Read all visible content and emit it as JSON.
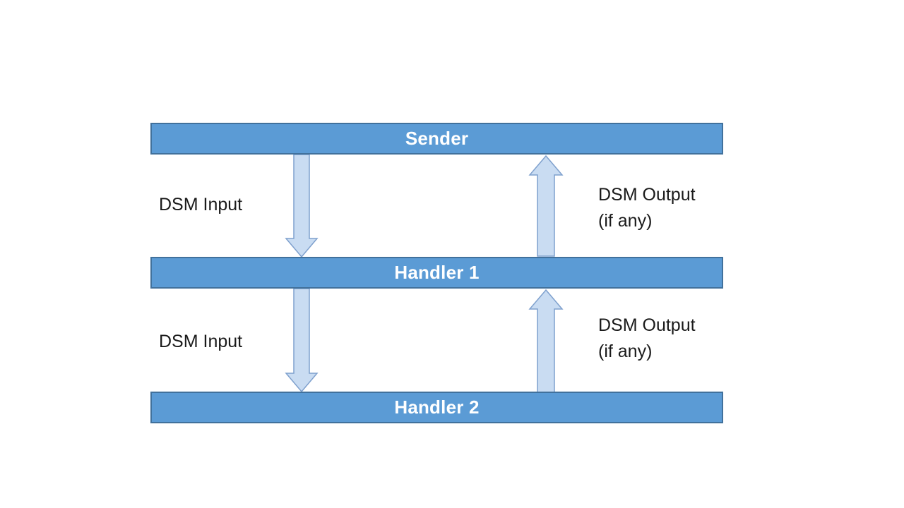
{
  "diagram": {
    "type": "flow-diagram",
    "nodes": [
      {
        "id": "sender",
        "label": "Sender"
      },
      {
        "id": "handler1",
        "label": "Handler 1"
      },
      {
        "id": "handler2",
        "label": "Handler 2"
      }
    ],
    "edges": [
      {
        "from": "sender",
        "to": "handler1",
        "direction": "down",
        "line1": "DSM Input",
        "line2": ""
      },
      {
        "from": "handler1",
        "to": "sender",
        "direction": "up",
        "line1": "DSM Output",
        "line2": "(if any)"
      },
      {
        "from": "handler1",
        "to": "handler2",
        "direction": "down",
        "line1": "DSM Input",
        "line2": ""
      },
      {
        "from": "handler2",
        "to": "handler1",
        "direction": "up",
        "line1": "DSM Output",
        "line2": "(if any)"
      }
    ],
    "colors": {
      "bar_fill": "#5B9BD5",
      "bar_border": "#41719C",
      "bar_text": "#FFFFFF",
      "arrow_fill": "#C9DCF2",
      "arrow_border": "#7EA0CD",
      "label_text": "#1A1A1A",
      "background": "#FFFFFF"
    }
  }
}
